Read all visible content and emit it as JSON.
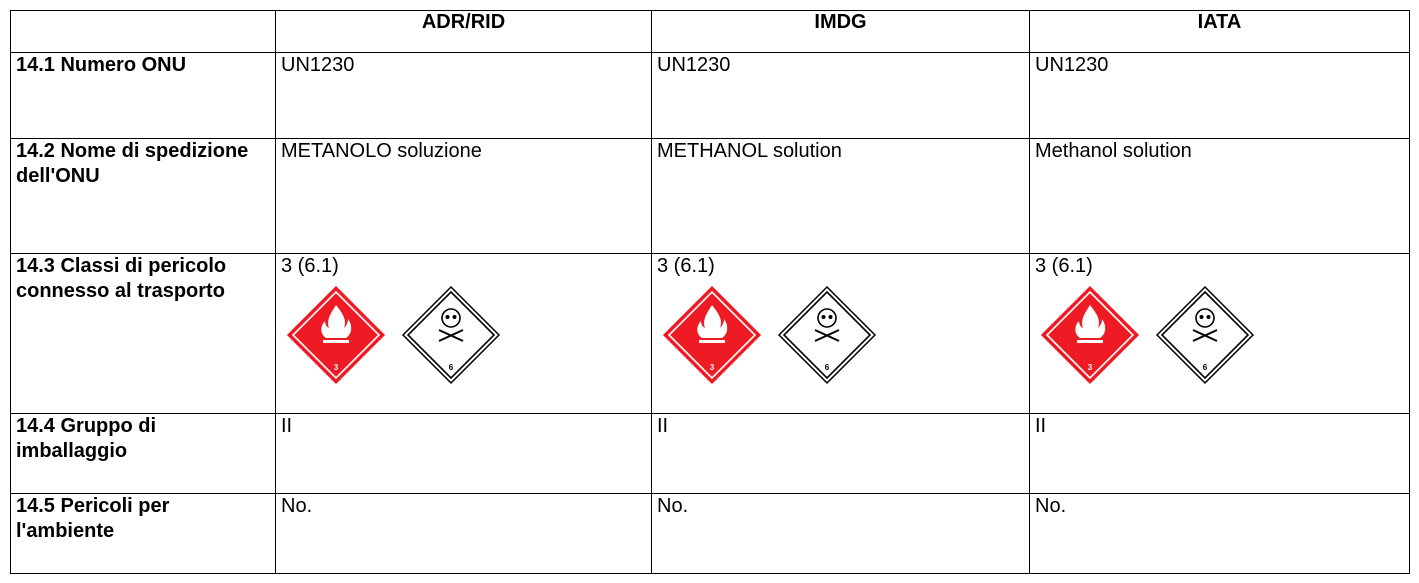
{
  "columns": [
    "",
    "ADR/RID",
    "IMDG",
    "IATA"
  ],
  "rows": [
    {
      "label": "14.1 Numero ONU",
      "values": [
        "UN1230",
        "UN1230",
        "UN1230"
      ]
    },
    {
      "label": "14.2 Nome di spedizione dell'ONU",
      "values": [
        "METANOLO soluzione",
        "METHANOL solution",
        "Methanol solution"
      ]
    },
    {
      "label": "14.3 Classi di pericolo connesso al trasporto",
      "values": [
        "3 (6.1)",
        "3 (6.1)",
        "3 (6.1)"
      ]
    },
    {
      "label": "14.4 Gruppo di imballaggio",
      "values": [
        "II",
        "II",
        "II"
      ]
    },
    {
      "label": "14.5 Pericoli per l'ambiente",
      "values": [
        "No.",
        "No.",
        "No."
      ]
    }
  ],
  "placards": [
    {
      "icon": "flammable-liquid-placard-icon",
      "class_number": "3",
      "color": "#ee1b24"
    },
    {
      "icon": "toxic-placard-icon",
      "class_number": "6",
      "color": "#ffffff"
    }
  ]
}
